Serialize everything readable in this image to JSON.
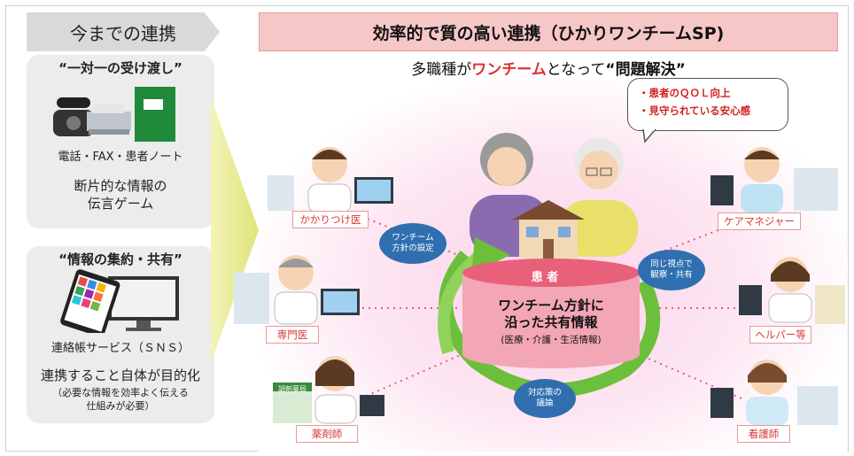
{
  "left": {
    "header": "今までの連携",
    "panel1": {
      "quote": "“一対一の受け渡し”",
      "caption": "電話・FAX・患者ノート",
      "issue_line1": "断片的な情報の",
      "issue_line2": "伝言ゲーム"
    },
    "panel2": {
      "quote": "“情報の集約・共有”",
      "caption": "連絡帳サービス（ＳＮＳ）",
      "issue": "連携すること自体が目的化",
      "note_line1": "（必要な情報を効率よく伝える",
      "note_line2": "仕組みが必要）"
    }
  },
  "right": {
    "header": "効率的で質の高い連携（ひかりワンチームSP)",
    "subtitle": {
      "part1": "多職種が",
      "highlight": "ワンチーム",
      "part2": "となって",
      "emphasis": "“問題解決”"
    },
    "bubble": {
      "line1": "・患者のＱＯＬ向上",
      "line2": "・見守られている安心感"
    },
    "roles": {
      "family_doctor": "かかりつけ医",
      "specialist": "専門医",
      "pharmacist": "薬剤師",
      "care_manager": "ケアマネジャー",
      "helper": "ヘルパー等",
      "nurse": "看護師"
    },
    "ovals": {
      "policy_line1": "ワンチーム",
      "policy_line2": "方針の設定",
      "observe_line1": "同じ視点で",
      "observe_line2": "観察・共有",
      "discuss_line1": "対応策の",
      "discuss_line2": "議論"
    },
    "center": {
      "patient": "患 者",
      "title_line1": "ワンチーム方針に",
      "title_line2": "沿った共有情報",
      "sub": "(医療・介護・生活情報)"
    },
    "pharmacy_sign": "調剤薬局"
  },
  "colors": {
    "header_pink": "#f6c7c7",
    "accent_red": "#e03030",
    "arrow_green": "#6cbf3a",
    "oval_blue": "#2f6fb0",
    "cylinder_pink": "#e8607a"
  }
}
